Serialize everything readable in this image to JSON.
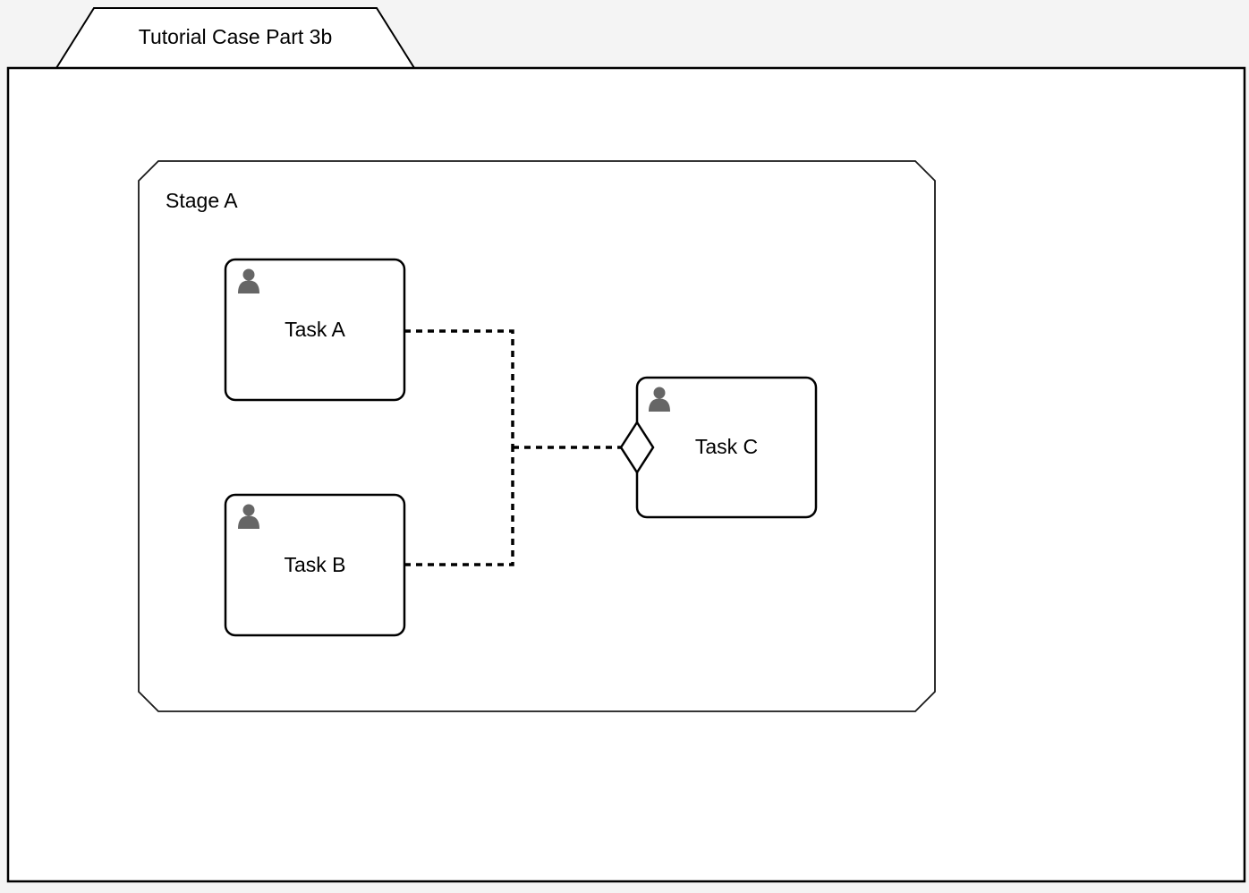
{
  "diagram_type": "cmmn-case-diagram",
  "title_tab": {
    "label": "Tutorial Case Part 3b"
  },
  "stage": {
    "label": "Stage A"
  },
  "tasks": [
    {
      "id": "task-a",
      "label": "Task A",
      "kind": "human-task",
      "icon": "person-icon"
    },
    {
      "id": "task-b",
      "label": "Task B",
      "kind": "human-task",
      "icon": "person-icon"
    },
    {
      "id": "task-c",
      "label": "Task C",
      "kind": "human-task",
      "icon": "person-icon",
      "entry_criterion": "diamond-sentry-on-left-edge"
    }
  ],
  "connectors": [
    {
      "from": "task-a",
      "to": "task-c-entry-criterion",
      "style": "dotted"
    },
    {
      "from": "task-b",
      "to": "task-c-entry-criterion",
      "style": "dotted"
    }
  ],
  "colors": {
    "page_background": "#f4f4f4",
    "shape_fill": "#ffffff",
    "stroke": "#000000",
    "person_icon": "#666666"
  }
}
